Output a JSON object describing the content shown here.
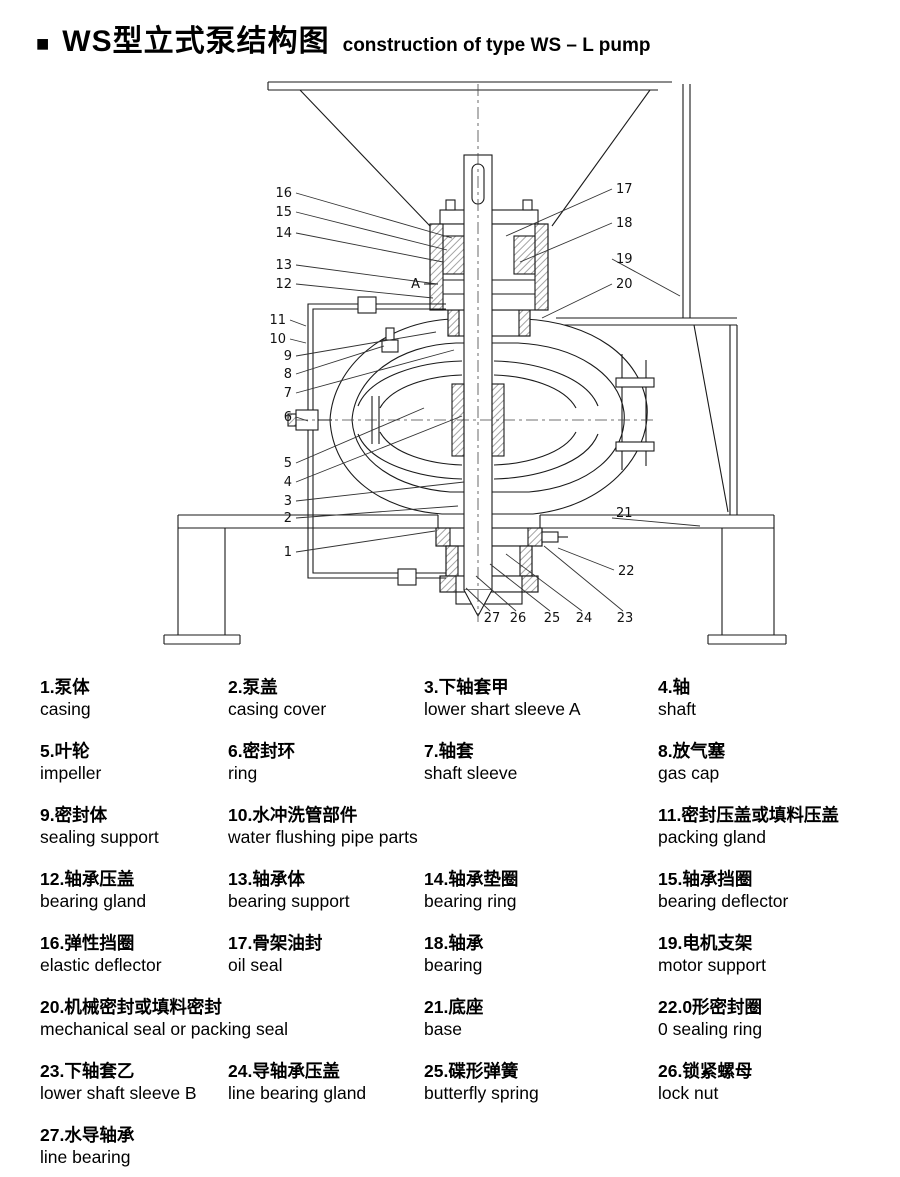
{
  "header": {
    "bullet": "■",
    "title_cn": "WS型立式泵结构图",
    "title_en": "construction of type WS – L pump"
  },
  "diagram": {
    "section_label": "A",
    "callouts": [
      "1",
      "2",
      "3",
      "4",
      "5",
      "6",
      "7",
      "8",
      "9",
      "10",
      "11",
      "12",
      "13",
      "14",
      "15",
      "16",
      "17",
      "18",
      "19",
      "20",
      "21",
      "22",
      "23",
      "24",
      "25",
      "26",
      "27"
    ]
  },
  "parts": [
    {
      "cn": "1.泵体",
      "en": "casing"
    },
    {
      "cn": "2.泵盖",
      "en": "casing cover"
    },
    {
      "cn": "3.下轴套甲",
      "en": "lower shart sleeve A"
    },
    {
      "cn": "4.轴",
      "en": "shaft"
    },
    {
      "cn": "5.叶轮",
      "en": "impeller"
    },
    {
      "cn": "6.密封环",
      "en": "ring"
    },
    {
      "cn": "7.轴套",
      "en": "shaft sleeve"
    },
    {
      "cn": "8.放气塞",
      "en": "gas cap"
    },
    {
      "cn": "9.密封体",
      "en": "sealing support"
    },
    {
      "cn": "10.水冲洗管部件",
      "en": "water flushing pipe parts"
    },
    {
      "cn": "11.密封压盖或填料压盖",
      "en": "packing gland"
    },
    {
      "cn": "12.轴承压盖",
      "en": "bearing gland"
    },
    {
      "cn": "13.轴承体",
      "en": "bearing support"
    },
    {
      "cn": "14.轴承垫圈",
      "en": "bearing ring"
    },
    {
      "cn": "15.轴承挡圈",
      "en": "bearing deflector"
    },
    {
      "cn": "16.弹性挡圈",
      "en": "elastic deflector"
    },
    {
      "cn": "17.骨架油封",
      "en": "oil seal"
    },
    {
      "cn": "18.轴承",
      "en": "bearing"
    },
    {
      "cn": "19.电机支架",
      "en": "motor support"
    },
    {
      "cn": "20.机械密封或填料密封",
      "en": "mechanical seal or packing seal"
    },
    {
      "cn": "21.底座",
      "en": "base"
    },
    {
      "cn": "22.0形密封圈",
      "en": "0 sealing ring"
    },
    {
      "cn": "23.下轴套乙",
      "en": "lower shaft sleeve B"
    },
    {
      "cn": "24.导轴承压盖",
      "en": "line bearing gland"
    },
    {
      "cn": "25.碟形弹簧",
      "en": "butterfly spring"
    },
    {
      "cn": "26.锁紧螺母",
      "en": "lock nut"
    },
    {
      "cn": "27.水导轴承",
      "en": "line bearing"
    }
  ]
}
